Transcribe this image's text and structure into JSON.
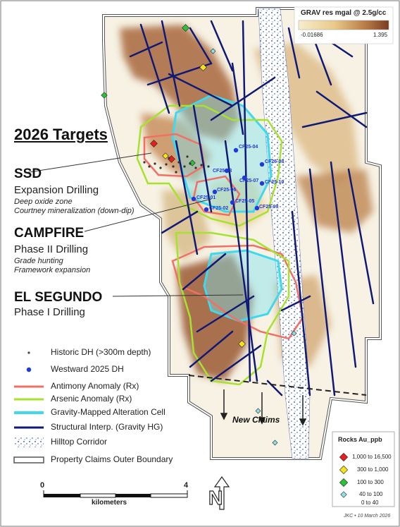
{
  "title": {
    "targets": "2026 Targets"
  },
  "targets": [
    {
      "name": "SSD",
      "subtitle": "Expansion Drilling",
      "notes": [
        "Deep oxide zone",
        "Courtney mineralization (down-dip)"
      ]
    },
    {
      "name": "CAMPFIRE",
      "subtitle": "Phase II Drilling",
      "notes": [
        "Grade hunting",
        "Framework expansion"
      ]
    },
    {
      "name": "EL SEGUNDO",
      "subtitle": "Phase I Drilling",
      "notes": []
    }
  ],
  "gravity_scale": {
    "title": "GRAV res mgal @ 2.5g/cc",
    "min": "-0.01686",
    "max": "1.395",
    "color_low": "#f6eecd",
    "color_high": "#7a3c1f"
  },
  "legend": [
    {
      "label": "Historic DH (>300m depth)",
      "symbol": "small-dot",
      "color": "#444444"
    },
    {
      "label": "Westward 2025 DH",
      "symbol": "blue-dot",
      "color": "#1e3adb"
    },
    {
      "label": "Antimony Anomaly (Rx)",
      "symbol": "line",
      "color": "#f07065"
    },
    {
      "label": "Arsenic Anomaly (Rx)",
      "symbol": "line",
      "color": "#a6e22e"
    },
    {
      "label": "Gravity-Mapped Alteration Cell",
      "symbol": "line",
      "color": "#3fd8ec"
    },
    {
      "label": "Structural Interp. (Gravity HG)",
      "symbol": "line",
      "color": "#101a75"
    },
    {
      "label": "Hilltop Corridor",
      "symbol": "hatch",
      "color": "#5a6fb5"
    },
    {
      "label": "Property Claims Outer Boundary",
      "symbol": "double-line",
      "color": "#555555"
    }
  ],
  "rocks_legend": {
    "title": "Rocks Au_ppb",
    "classes": [
      {
        "label": "1,000 to 16,500",
        "shape": "diamond",
        "color": "#e62020"
      },
      {
        "label": "300 to 1,000",
        "shape": "diamond",
        "color": "#f4e21c"
      },
      {
        "label": "100 to 300",
        "shape": "diamond",
        "color": "#2bc23a"
      },
      {
        "label": "40 to 100",
        "shape": "small-diamond",
        "color": "#8fe0e6"
      },
      {
        "label": "0 to 40",
        "shape": "none",
        "color": "#ffffff"
      }
    ]
  },
  "drillholes": [
    {
      "id": "CF25-04"
    },
    {
      "id": "CF25-08"
    },
    {
      "id": "CF25-03"
    },
    {
      "id": "CF25-07"
    },
    {
      "id": "CF25-10"
    },
    {
      "id": "CF25-06"
    },
    {
      "id": "CF25-01"
    },
    {
      "id": "CF25-05"
    },
    {
      "id": "CF25-09"
    },
    {
      "id": "CF25-02"
    }
  ],
  "new_claims": "New Claims",
  "scale_bar": {
    "start": "0",
    "end": "4",
    "unit": "kilometers"
  },
  "north_arrow": "N",
  "credit": "JKC • 10 March 2026"
}
